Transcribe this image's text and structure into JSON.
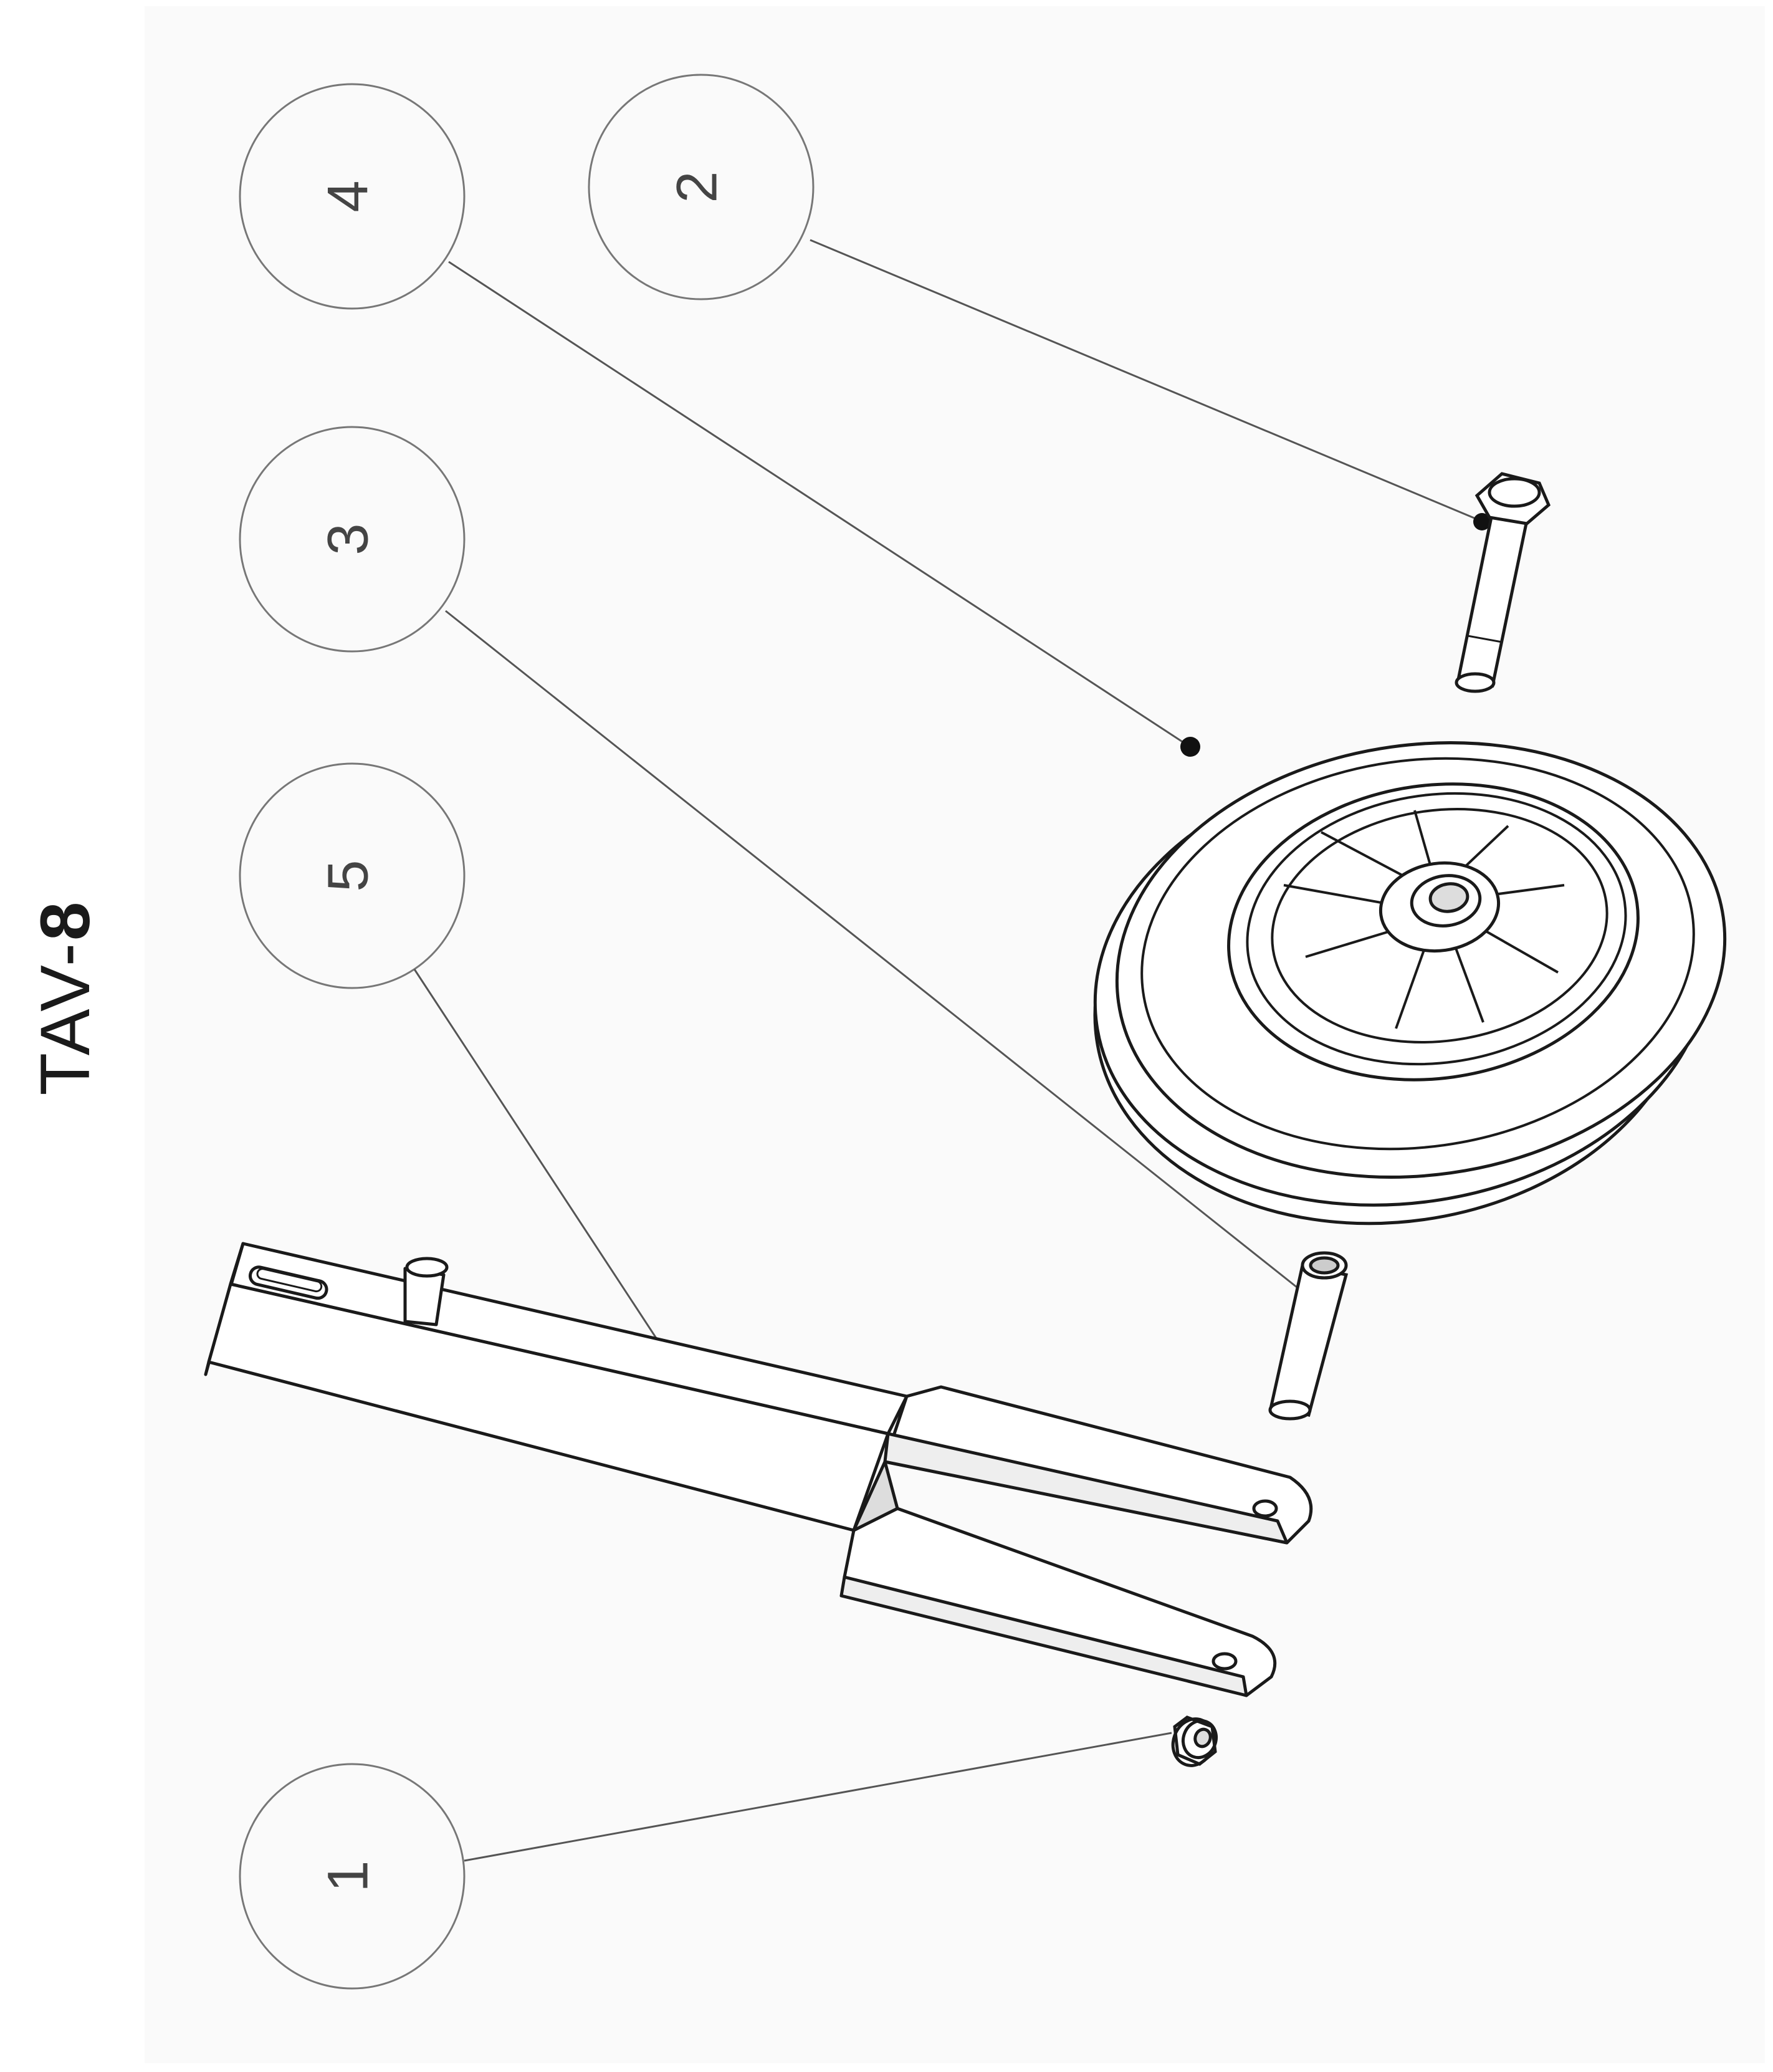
{
  "title": {
    "prefix": "TAV-",
    "suffix": "8"
  },
  "callouts": [
    {
      "id": "1",
      "label": "1",
      "part": "flange-nut"
    },
    {
      "id": "5",
      "label": "5",
      "part": "fork-arm"
    },
    {
      "id": "3",
      "label": "3",
      "part": "axle-pin"
    },
    {
      "id": "4",
      "label": "4",
      "part": "wheel"
    },
    {
      "id": "2",
      "label": "2",
      "part": "bolt"
    }
  ],
  "colors": {
    "line": "#1a1a1a",
    "leader": "#555555",
    "circle": "#777777",
    "background": "#fafafa"
  }
}
